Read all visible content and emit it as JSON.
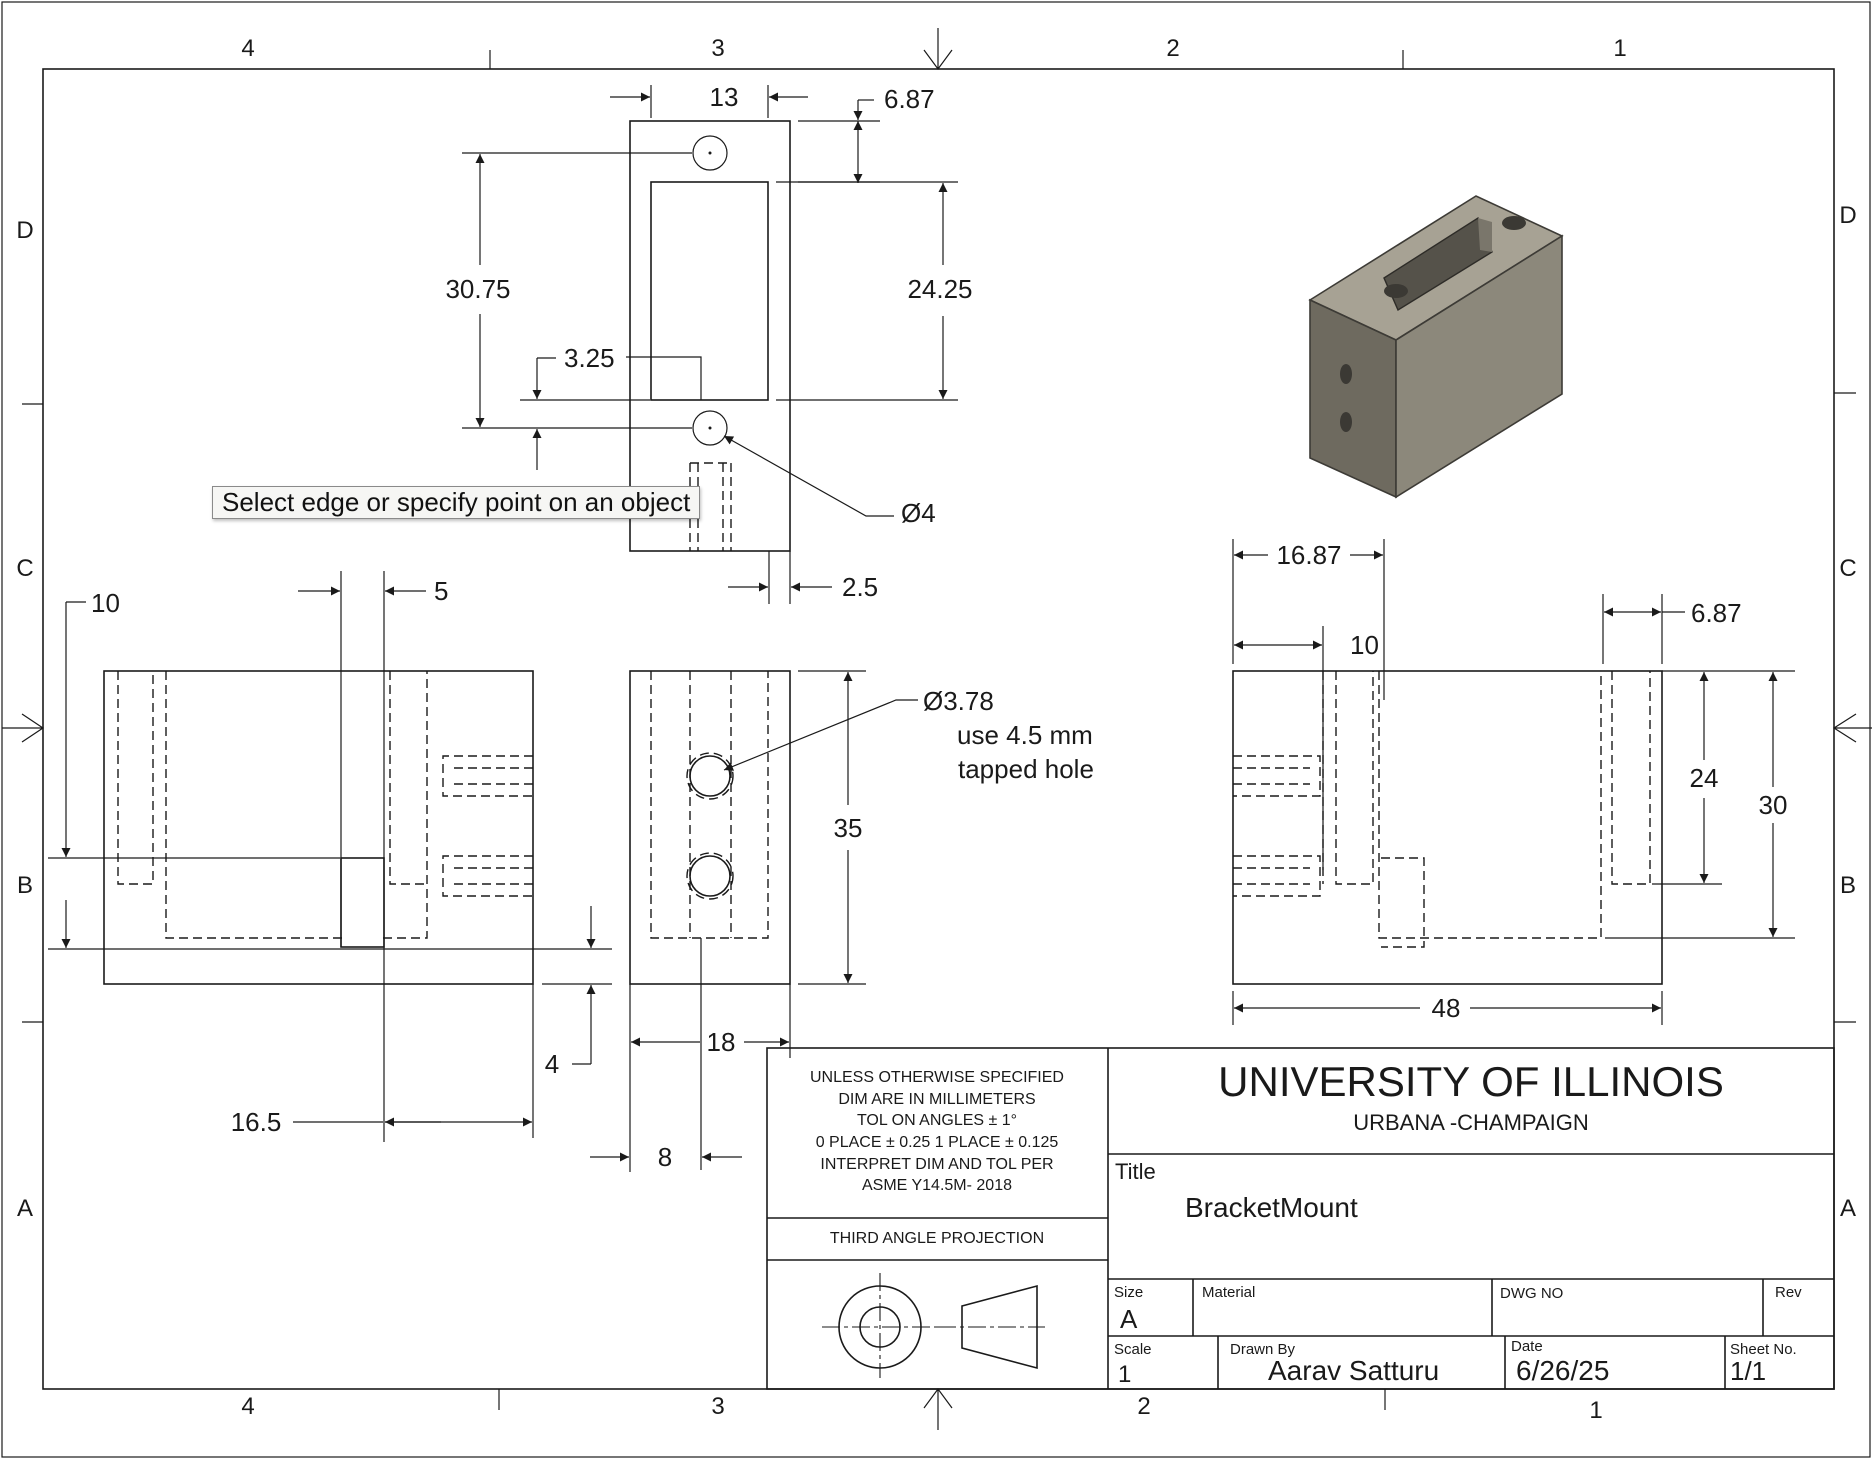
{
  "zones": {
    "cols": [
      "4",
      "3",
      "2",
      "1"
    ],
    "rows": [
      "D",
      "C",
      "B",
      "A"
    ]
  },
  "dims": {
    "top_width": "13",
    "top_offset": "6.87",
    "top_height": "30.75",
    "top_slot": "24.25",
    "top_small": "3.25",
    "hole_dia": "Ø4",
    "wall": "2.5",
    "front_left": "10",
    "front_slot_w": "5",
    "front_4": "4",
    "front_16_5": "16.5",
    "side_35": "35",
    "side_18": "18",
    "side_8": "8",
    "tap_dia": "Ø3.78",
    "tap_note_1": "use 4.5 mm",
    "tap_note_2": "tapped hole",
    "right_16_87": "16.87",
    "right_10": "10",
    "right_6_87": "6.87",
    "right_24": "24",
    "right_30": "30",
    "right_48": "48"
  },
  "tooltip": "Select edge or specify point on an object",
  "title_block": {
    "notes": [
      "UNLESS OTHERWISE SPECIFIED",
      "DIM ARE IN MILLIMETERS",
      "TOL ON ANGLES  ± 1°",
      "0 PLACE ± 0.25   1 PLACE ± 0.125",
      "INTERPRET DIM AND TOL PER",
      "ASME Y14.5M- 2018"
    ],
    "projection": "THIRD ANGLE PROJECTION",
    "university": "UNIVERSITY OF ILLINOIS",
    "campus": "URBANA -CHAMPAIGN",
    "title_label": "Title",
    "title_value": "BracketMount",
    "size_label": "Size",
    "size_value": "A",
    "material_label": "Material",
    "dwg_label": "DWG NO",
    "rev_label": "Rev",
    "scale_label": "Scale",
    "scale_value": "1",
    "drawn_label": "Drawn By",
    "drawn_value": "Aarav Satturu",
    "date_label": "Date",
    "date_value": "6/26/25",
    "sheet_label": "Sheet No.",
    "sheet_value": "1/1"
  },
  "colors": {
    "line": "#1a1a1a",
    "model_top": "#a7a294",
    "model_front": "#6e6a5f",
    "model_side": "#8c887b"
  }
}
